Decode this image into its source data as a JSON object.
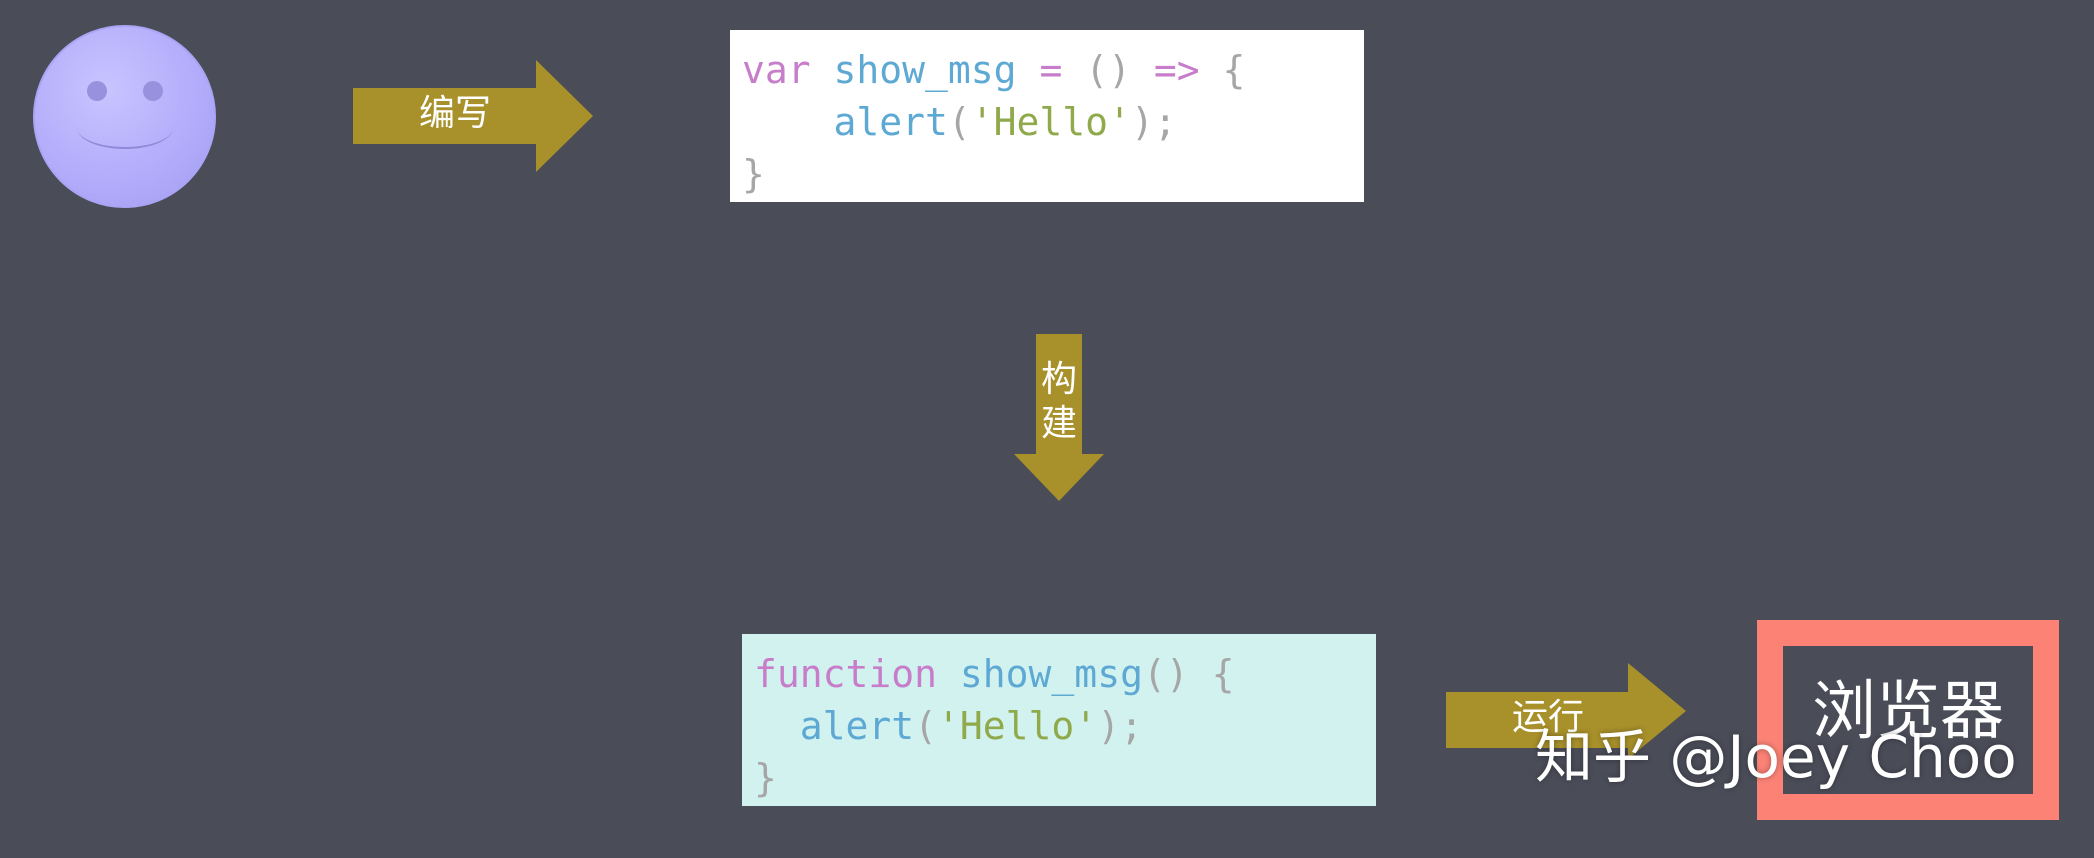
{
  "arrows": {
    "write_label": "编写",
    "build_label_line1": "构",
    "build_label_line2": "建",
    "run_label": "运行",
    "color": "#a8902a"
  },
  "source_code": {
    "line1": {
      "kw": "var",
      "name": "show_msg",
      "eq": "=",
      "parens": "()",
      "arrow": "=>",
      "brace": "{"
    },
    "line2": {
      "fn": "alert",
      "open": "(",
      "str": "'Hello'",
      "close": ");"
    },
    "line3": "}"
  },
  "built_code": {
    "line1": {
      "kw": "function",
      "name": "show_msg",
      "parens": "()",
      "brace": "{"
    },
    "line2": {
      "fn": "alert",
      "open": "(",
      "str": "'Hello'",
      "close": ");"
    },
    "line3": "}"
  },
  "browser": {
    "label": "浏览器",
    "border_color": "#fb8275"
  },
  "watermark": "知乎 @Joey Choo",
  "colors": {
    "background": "#4a4c58",
    "smiley": "#b3adfb",
    "source_bg": "#ffffff",
    "built_bg": "#d2f2ef"
  }
}
